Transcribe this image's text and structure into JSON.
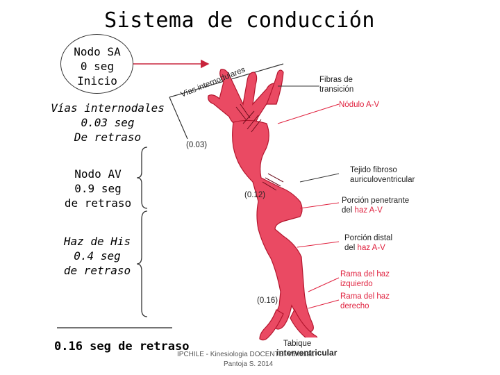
{
  "title": "Sistema de conducción",
  "left_panel": {
    "nodo_sa": [
      "Nodo SA",
      "0 seg",
      "Inicio"
    ],
    "vias_internodales": [
      "Vías internodales",
      "0.03 seg",
      "De retraso"
    ],
    "nodo_av": [
      "Nodo AV",
      "0.9 seg",
      "de retraso"
    ],
    "haz_de_his": [
      "Haz de His",
      "0.4 seg",
      "de retraso"
    ],
    "bottom": "0.16 seg de retraso"
  },
  "figure": {
    "vias_label": "Vías internodulares",
    "times": [
      "(0.03)",
      "(0.12)",
      "(0.16)"
    ],
    "labels": {
      "fibras": [
        "Fibras de",
        "transición"
      ],
      "nodulo": "Nódulo A-V",
      "tejido": [
        "Tejido fibroso",
        "auriculoventricular"
      ],
      "porcion_penetrante": [
        "Porción penetrante",
        "del ",
        "haz A-V"
      ],
      "porcion_distal": [
        "Porción distal",
        "del ",
        "haz A-V"
      ],
      "rama_izq": [
        "Rama del haz",
        "izquierdo"
      ],
      "rama_der": [
        "Rama del haz",
        "derecho"
      ],
      "tabique": [
        "Tabique",
        "interventricular"
      ]
    }
  },
  "footer": {
    "line1": "IPCHILE - Kinesiologia   DOCENTE: Vanessa",
    "line2": "Pantoja S. 2014"
  },
  "colors": {
    "red": "#e0223f",
    "arrow": "#c8233b"
  }
}
